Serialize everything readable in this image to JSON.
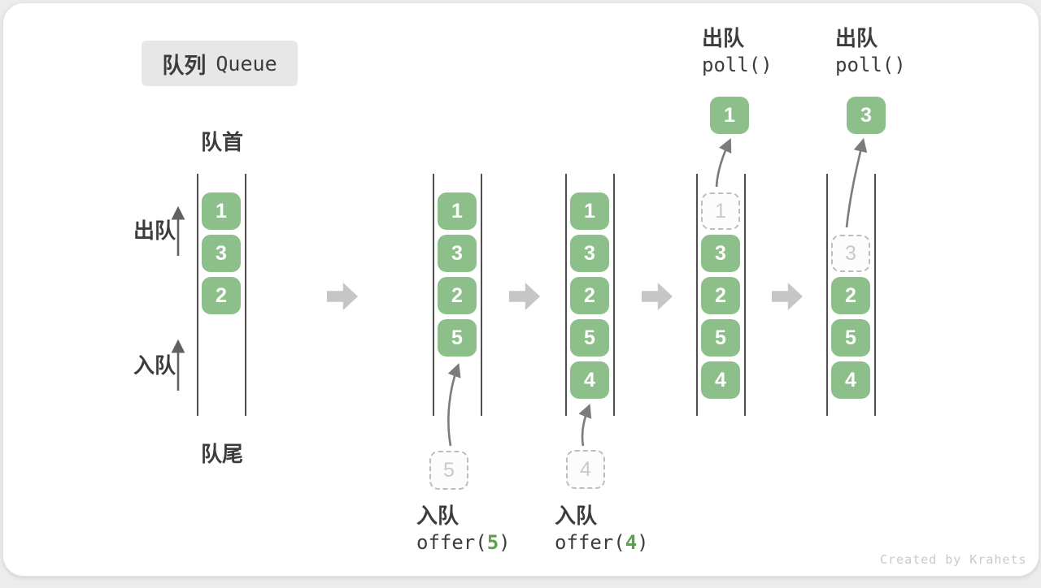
{
  "title": {
    "zh": "队列",
    "en": "Queue"
  },
  "labels": {
    "front": "队首",
    "rear": "队尾",
    "dequeue": "出队",
    "enqueue": "入队"
  },
  "queues": [
    {
      "cells": [
        "1",
        "3",
        "2"
      ]
    },
    {
      "cells": [
        "1",
        "3",
        "2",
        "5"
      ],
      "incoming": "5"
    },
    {
      "cells": [
        "1",
        "3",
        "2",
        "5",
        "4"
      ],
      "incoming": "4"
    },
    {
      "ghost": "1",
      "cells": [
        "3",
        "2",
        "5",
        "4"
      ],
      "result": "1"
    },
    {
      "ghost": "3",
      "cells": [
        "2",
        "5",
        "4"
      ],
      "result": "3"
    }
  ],
  "ops": {
    "enqueue5": {
      "action": "入队",
      "fn": "offer(",
      "arg": "5",
      "close": ")"
    },
    "enqueue4": {
      "action": "入队",
      "fn": "offer(",
      "arg": "4",
      "close": ")"
    },
    "poll1": {
      "action": "出队",
      "fn": "poll()"
    },
    "poll2": {
      "action": "出队",
      "fn": "poll()"
    }
  },
  "watermark": "Created by Krahets",
  "colors": {
    "cell_green": "#8dbf8b",
    "digit_white": "#ffffff",
    "accent_green": "#5aa14e",
    "text_dark": "#3c3c3c",
    "ghost_border": "#bdbdbd",
    "ghost_text": "#c9c9c9",
    "block_arrow": "#c6c6c6",
    "curve_arrow": "#7b7b7b",
    "rail": "#4f4f4f",
    "title_bg": "#e7e7e7",
    "watermark": "#c9c9c9"
  }
}
